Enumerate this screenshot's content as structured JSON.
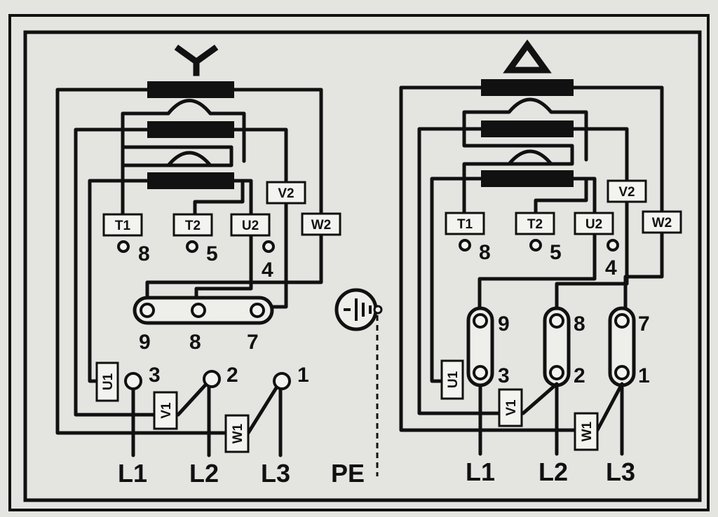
{
  "panels": [
    {
      "id": "star",
      "symbol": "star-symbol",
      "windings": [
        "T1",
        "T2",
        "U2",
        "V2",
        "W2"
      ],
      "top_numbers": [
        "8",
        "5",
        "4"
      ],
      "bridge_numbers": [
        "9",
        "8",
        "7"
      ],
      "phase_boxes": [
        "U1",
        "V1",
        "W1"
      ],
      "terminal_numbers": [
        "3",
        "2",
        "1"
      ],
      "lines": [
        "L1",
        "L2",
        "L3"
      ]
    },
    {
      "id": "delta",
      "symbol": "delta-symbol",
      "windings": [
        "T1",
        "T2",
        "U2",
        "V2",
        "W2"
      ],
      "top_numbers": [
        "8",
        "5",
        "4"
      ],
      "bridge_numbers": [
        "9",
        "8",
        "7"
      ],
      "phase_boxes": [
        "U1",
        "V1",
        "W1"
      ],
      "terminal_numbers": [
        "3",
        "2",
        "1"
      ],
      "lines": [
        "L1",
        "L2",
        "L3"
      ]
    }
  ],
  "earth": {
    "label": "PE",
    "icon": "ground-icon"
  },
  "colors": {
    "ink": "#111111",
    "paper": "#e4e4e1",
    "box_fill": "#f3f3f0"
  }
}
